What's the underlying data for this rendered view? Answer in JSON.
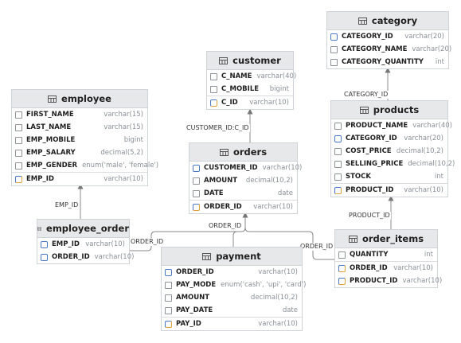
{
  "tables": {
    "employee": {
      "title": "employee",
      "columns": [
        {
          "name": "FIRST_NAME",
          "type": "varchar(15)"
        },
        {
          "name": "LAST_NAME",
          "type": "varchar(15)"
        },
        {
          "name": "EMP_MOBILE",
          "type": "bigint"
        },
        {
          "name": "EMP_SALARY",
          "type": "decimal(5,2)"
        },
        {
          "name": "EMP_GENDER",
          "type": "enum('male', 'female')"
        },
        {
          "name": "EMP_ID",
          "type": "varchar(10)"
        }
      ]
    },
    "employee_order": {
      "title": "employee_order",
      "columns": [
        {
          "name": "EMP_ID",
          "type": "varchar(10)"
        },
        {
          "name": "ORDER_ID",
          "type": "varchar(10)"
        }
      ]
    },
    "customer": {
      "title": "customer",
      "columns": [
        {
          "name": "C_NAME",
          "type": "varchar(40)"
        },
        {
          "name": "C_MOBILE",
          "type": "bigint"
        },
        {
          "name": "C_ID",
          "type": "varchar(10)"
        }
      ]
    },
    "orders": {
      "title": "orders",
      "columns": [
        {
          "name": "CUSTOMER_ID",
          "type": "varchar(10)"
        },
        {
          "name": "AMOUNT",
          "type": "decimal(10,2)"
        },
        {
          "name": "DATE",
          "type": "date"
        },
        {
          "name": "ORDER_ID",
          "type": "varchar(10)"
        }
      ]
    },
    "payment": {
      "title": "payment",
      "columns": [
        {
          "name": "ORDER_ID",
          "type": "varchar(10)"
        },
        {
          "name": "PAY_MODE",
          "type": "enum('cash', 'upi', 'card')"
        },
        {
          "name": "AMOUNT",
          "type": "decimal(10,2)"
        },
        {
          "name": "PAY_DATE",
          "type": "date"
        },
        {
          "name": "PAY_ID",
          "type": "varchar(10)"
        }
      ]
    },
    "category": {
      "title": "category",
      "columns": [
        {
          "name": "CATEGORY_ID",
          "type": "varchar(20)"
        },
        {
          "name": "CATEGORY_NAME",
          "type": "varchar(20)"
        },
        {
          "name": "CATEGORY_QUANTITY",
          "type": "int"
        }
      ]
    },
    "products": {
      "title": "products",
      "columns": [
        {
          "name": "PRODUCT_NAME",
          "type": "varchar(40)"
        },
        {
          "name": "CATEGORY_ID",
          "type": "varchar(20)"
        },
        {
          "name": "COST_PRICE",
          "type": "decimal(10,2)"
        },
        {
          "name": "SELLING_PRICE",
          "type": "decimal(10,2)"
        },
        {
          "name": "STOCK",
          "type": "int"
        },
        {
          "name": "PRODUCT_ID",
          "type": "varchar(10)"
        }
      ]
    },
    "order_items": {
      "title": "order_items",
      "columns": [
        {
          "name": "QUANTITY",
          "type": "int"
        },
        {
          "name": "ORDER_ID",
          "type": "varchar(10)"
        },
        {
          "name": "PRODUCT_ID",
          "type": "varchar(10)"
        }
      ]
    }
  },
  "links": {
    "emp_id": "EMP_ID",
    "customer_id": "CUSTOMER_ID:C_ID",
    "category_id": "CATEGORY_ID",
    "product_id": "PRODUCT_ID",
    "order_id_main": "ORDER_ID",
    "order_id_left": "ORDER_ID",
    "order_id_right": "ORDER_ID"
  },
  "colors": {
    "header_bg": "#e7e8ea",
    "border": "#cfd2d6",
    "line": "#8a8a8a",
    "fk_icon": "#4b79c9",
    "pk_accent": "#e0a23a"
  }
}
